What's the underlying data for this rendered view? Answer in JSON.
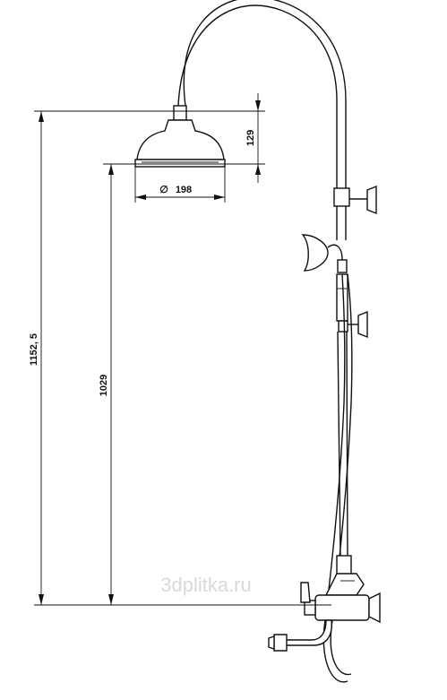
{
  "dimensions": {
    "total_height": "1152, 5",
    "height_to_head": "1029",
    "head_height": "129",
    "head_diameter": "198",
    "diameter_symbol": "∅"
  },
  "watermark": "3dplitka.ru"
}
